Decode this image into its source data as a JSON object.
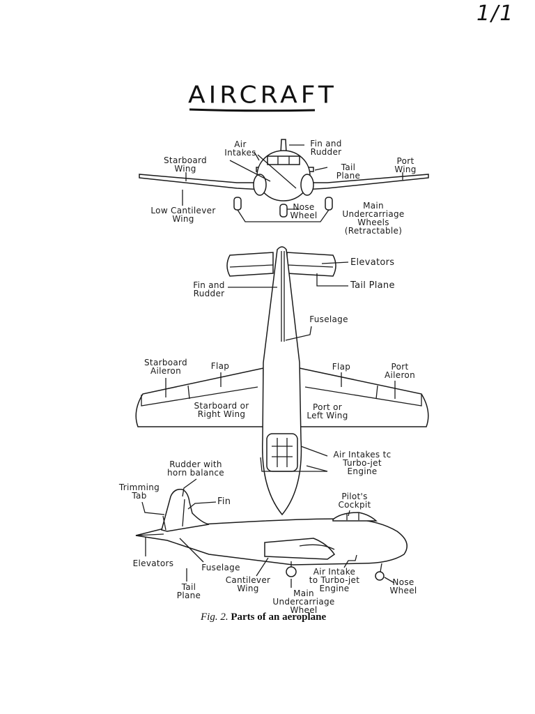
{
  "page_number": "1/1",
  "title": "AIRCRAFT",
  "caption": {
    "fig": "Fig. 2.",
    "text": "Parts of an aeroplane"
  },
  "front_view": {
    "air_intakes": "Air\nIntakes",
    "fin_and_rudder": "Fin and\nRudder",
    "starboard_wing": "Starboard\nWing",
    "port_wing": "Port\nWing",
    "tail_plane": "Tail\nPlane",
    "low_cantilever_wing": "Low Cantilever\nWing",
    "nose_wheel": "Nose\nWheel",
    "main_undercarriage": "Main\nUndercarriage\nWheels\n(Retractable)"
  },
  "top_view": {
    "elevators": "Elevators",
    "tail_plane": "Tail Plane",
    "fin_and_rudder": "Fin and\nRudder",
    "fuselage": "Fuselage",
    "starboard_aileron": "Starboard\nAileron",
    "flap_left": "Flap",
    "flap_right": "Flap",
    "port_aileron": "Port\nAileron",
    "starboard_wing": "Starboard or\nRight Wing",
    "port_wing": "Port or\nLeft Wing",
    "air_intakes": "Air Intakes tc\nTurbo-jet\nEngine"
  },
  "side_view": {
    "rudder_horn": "Rudder with\nhorn balance",
    "trimming_tab": "Trimming\nTab",
    "fin": "Fin",
    "pilots_cockpit": "Pilot's\nCockpit",
    "elevators": "Elevators",
    "fuselage": "Fuselage",
    "tail_plane": "Tail\nPlane",
    "cantilever_wing": "Cantilever\nWing",
    "main_wheel": "Main\nUndercarriage\nWheel",
    "air_intake": "Air Intake\nto Turbo-jet\nEngine",
    "nose_wheel": "Nose\nWheel"
  }
}
